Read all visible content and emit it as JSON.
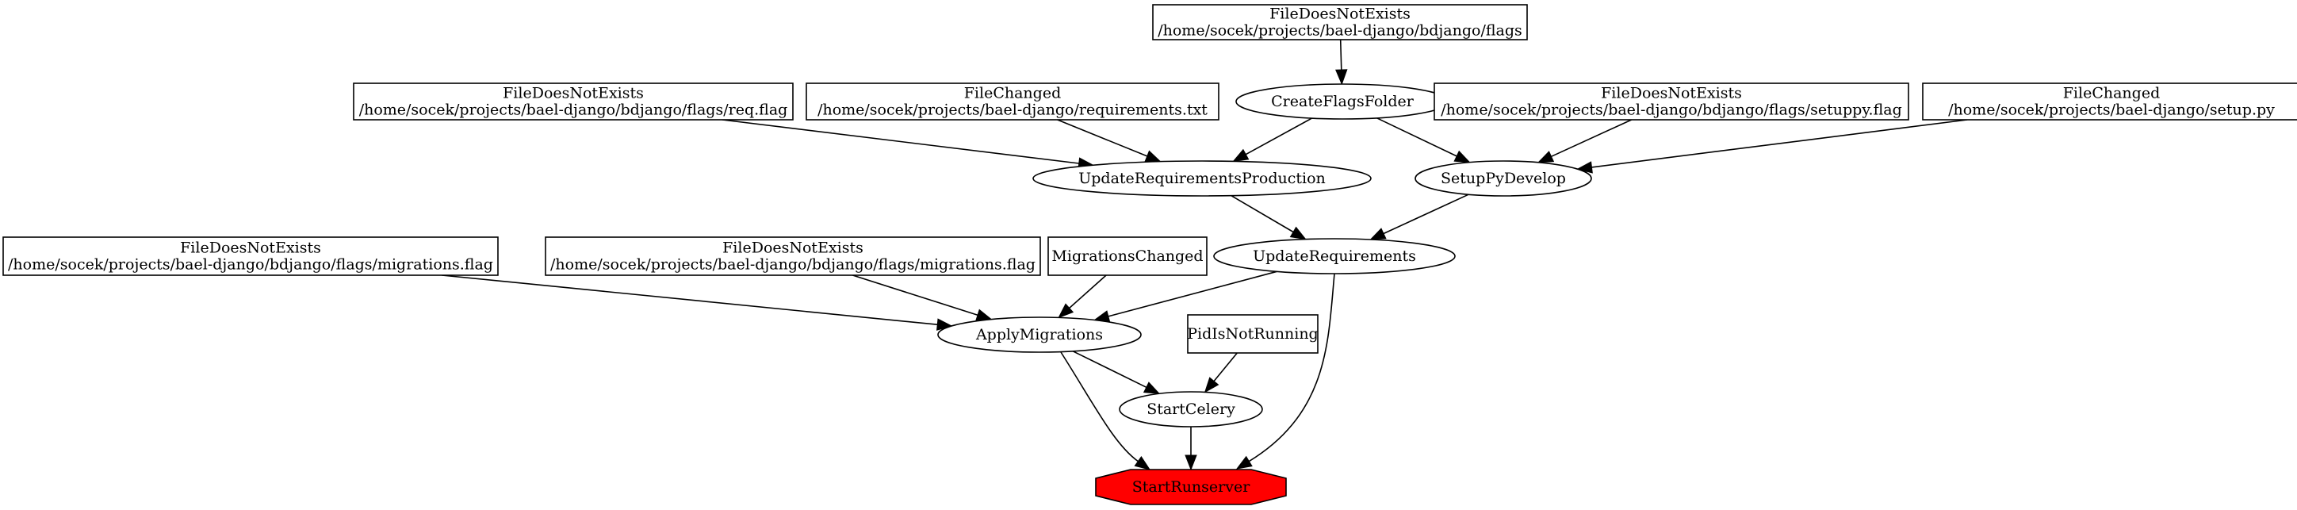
{
  "graph": {
    "colors": {
      "background": "#ffffff",
      "stroke": "#000000",
      "goal_fill": "#ff0000"
    },
    "nodes": {
      "flags_folder_missing": {
        "shape": "box",
        "lines": [
          "FileDoesNotExists",
          "/home/socek/projects/bael-django/bdjango/flags"
        ]
      },
      "req_flag_missing": {
        "shape": "box",
        "lines": [
          "FileDoesNotExists",
          "/home/socek/projects/bael-django/bdjango/flags/req.flag"
        ]
      },
      "requirements_changed": {
        "shape": "box",
        "lines": [
          "FileChanged",
          "/home/socek/projects/bael-django/requirements.txt"
        ]
      },
      "create_flags_folder": {
        "shape": "ellipse",
        "lines": [
          "CreateFlagsFolder"
        ]
      },
      "setuppy_flag_missing": {
        "shape": "box",
        "lines": [
          "FileDoesNotExists",
          "/home/socek/projects/bael-django/bdjango/flags/setuppy.flag"
        ]
      },
      "setup_changed": {
        "shape": "box",
        "lines": [
          "FileChanged",
          "/home/socek/projects/bael-django/setup.py"
        ]
      },
      "update_req_production": {
        "shape": "ellipse",
        "lines": [
          "UpdateRequirementsProduction"
        ]
      },
      "setup_py_develop": {
        "shape": "ellipse",
        "lines": [
          "SetupPyDevelop"
        ]
      },
      "migrations_flag_missing_1": {
        "shape": "box",
        "lines": [
          "FileDoesNotExists",
          "/home/socek/projects/bael-django/bdjango/flags/migrations.flag"
        ]
      },
      "migrations_flag_missing_2": {
        "shape": "box",
        "lines": [
          "FileDoesNotExists",
          "/home/socek/projects/bael-django/bdjango/flags/migrations.flag"
        ]
      },
      "migrations_changed": {
        "shape": "box",
        "lines": [
          "MigrationsChanged"
        ]
      },
      "update_requirements": {
        "shape": "ellipse",
        "lines": [
          "UpdateRequirements"
        ]
      },
      "apply_migrations": {
        "shape": "ellipse",
        "lines": [
          "ApplyMigrations"
        ]
      },
      "pid_not_running": {
        "shape": "box",
        "lines": [
          "PidIsNotRunning"
        ]
      },
      "start_celery": {
        "shape": "ellipse",
        "lines": [
          "StartCelery"
        ]
      },
      "start_runserver": {
        "shape": "octagon",
        "lines": [
          "StartRunserver"
        ],
        "goal": true
      }
    },
    "edges": [
      {
        "from": "flags_folder_missing",
        "to": "create_flags_folder"
      },
      {
        "from": "req_flag_missing",
        "to": "update_req_production"
      },
      {
        "from": "requirements_changed",
        "to": "update_req_production"
      },
      {
        "from": "create_flags_folder",
        "to": "update_req_production"
      },
      {
        "from": "create_flags_folder",
        "to": "setup_py_develop"
      },
      {
        "from": "setuppy_flag_missing",
        "to": "setup_py_develop"
      },
      {
        "from": "setup_changed",
        "to": "setup_py_develop"
      },
      {
        "from": "update_req_production",
        "to": "update_requirements"
      },
      {
        "from": "setup_py_develop",
        "to": "update_requirements"
      },
      {
        "from": "migrations_flag_missing_1",
        "to": "apply_migrations"
      },
      {
        "from": "migrations_flag_missing_2",
        "to": "apply_migrations"
      },
      {
        "from": "migrations_changed",
        "to": "apply_migrations"
      },
      {
        "from": "update_requirements",
        "to": "apply_migrations"
      },
      {
        "from": "update_requirements",
        "to": "start_runserver"
      },
      {
        "from": "apply_migrations",
        "to": "start_celery"
      },
      {
        "from": "apply_migrations",
        "to": "start_runserver"
      },
      {
        "from": "pid_not_running",
        "to": "start_celery"
      },
      {
        "from": "start_celery",
        "to": "start_runserver"
      }
    ]
  }
}
